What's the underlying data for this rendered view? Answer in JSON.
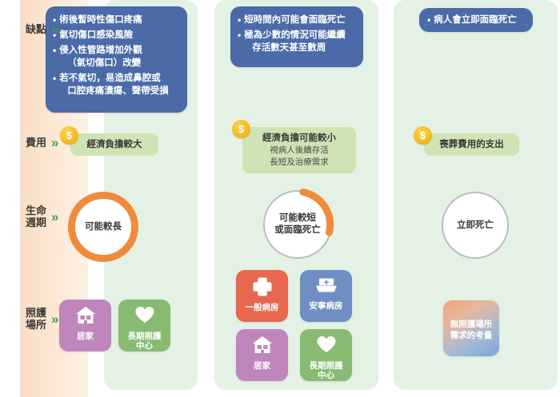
{
  "meta": {
    "colors": {
      "rail": "#fbe3cd",
      "panel": "#e4f2e6",
      "blue_box": "#4a6aa8",
      "cost_box": "#cfe4b4",
      "coin": "#f5b91d",
      "arrow_green": "#3f9e52",
      "circle_orange": "#ef8b3c",
      "circle_gray": "#bcbcbc",
      "card_home": "#bf86bd",
      "card_ltc": "#88bb72",
      "card_ward": "#e8674f",
      "card_hospice": "#6f8fc4"
    }
  },
  "rows": [
    {
      "label": "缺點",
      "arrow": "»"
    },
    {
      "label": "費用",
      "arrow": "»"
    },
    {
      "label": "生命週期",
      "arrow": "»"
    },
    {
      "label": "照護場所",
      "arrow": "»"
    }
  ],
  "columns": [
    {
      "id": "col-1",
      "drawbacks": [
        {
          "bullet": "•",
          "text": "術後暫時性傷口疼痛",
          "sub": ""
        },
        {
          "bullet": "•",
          "text": "氣切傷口感染風險",
          "sub": ""
        },
        {
          "bullet": "•",
          "text": "侵入性管路增加外觀",
          "sub": "（氣切傷口）改變"
        },
        {
          "bullet": "•",
          "text": "若不氣切，易造成鼻腔或",
          "sub": "口腔疼痛潰瘍、聲帶受損"
        }
      ],
      "cost": {
        "coin": "$",
        "main": "經濟負擔較大",
        "sub": ""
      },
      "lifecycle": {
        "text": "可能較長",
        "style": "orange-ring"
      },
      "places": [
        {
          "icon": "house-icon",
          "label": "居家",
          "theme": "home"
        },
        {
          "icon": "heart-icon",
          "label": "長期照護中心",
          "theme": "ltc"
        }
      ]
    },
    {
      "id": "col-2",
      "drawbacks": [
        {
          "bullet": "•",
          "text": "短時間內可能會面臨死亡",
          "sub": ""
        },
        {
          "bullet": "•",
          "text": "極為少數的情況可能繼續",
          "sub": "存活數天甚至數周"
        }
      ],
      "cost": {
        "coin": "$",
        "main": "經濟負擔可能較小",
        "sub": "視病人後續存活\n長短及治療需求"
      },
      "lifecycle": {
        "text": "可能較短\n或面臨死亡",
        "style": "gray-ring-orange-arc"
      },
      "places": [
        {
          "icon": "cross-icon",
          "label": "一般病房",
          "theme": "ward"
        },
        {
          "icon": "nurse-cap-icon",
          "label": "安寧病房",
          "theme": "hospice"
        },
        {
          "icon": "house-icon",
          "label": "居家",
          "theme": "home"
        },
        {
          "icon": "heart-icon",
          "label": "長期照護中心",
          "theme": "ltc"
        }
      ]
    },
    {
      "id": "col-3",
      "drawbacks": [
        {
          "bullet": "•",
          "text": "病人會立即面臨死亡",
          "sub": ""
        }
      ],
      "cost": {
        "coin": "$",
        "main": "喪葬費用的支出",
        "sub": ""
      },
      "lifecycle": {
        "text": "立即死亡",
        "style": "gray-ring"
      },
      "places": [
        {
          "icon": "gradient-block-icon",
          "label": "無照護場所需求的考量",
          "theme": "none"
        }
      ]
    }
  ],
  "text": {
    "c1_d0": "術後暫時性傷口疼痛",
    "c1_d1": "氣切傷口感染風險",
    "c1_d2": "侵入性管路增加外觀",
    "c1_d2s": "（氣切傷口）改變",
    "c1_d3": "若不氣切，易造成鼻腔或",
    "c1_d3s": "口腔疼痛潰瘍、聲帶受損",
    "c2_d0": "短時間內可能會面臨死亡",
    "c2_d1": "極為少數的情況可能繼續",
    "c2_d1s": "存活數天甚至數周",
    "c3_d0": "病人會立即面臨死亡",
    "c1_cost": "經濟負擔較大",
    "c2_cost": "經濟負擔可能較小",
    "c2_cost_s1": "視病人後續存活",
    "c2_cost_s2": "長短及治療需求",
    "c3_cost": "喪葬費用的支出",
    "c1_life": "可能較長",
    "c2_life_1": "可能較短",
    "c2_life_2": "或面臨死亡",
    "c3_life": "立即死亡",
    "home": "居家",
    "ltc_1": "長期照護",
    "ltc_2": "中心",
    "ward": "一般病房",
    "hospice": "安寧病房",
    "none_1": "無照護場所",
    "none_2": "需求的考量",
    "row0": "缺點",
    "row1": "費用",
    "row2": "生命週期",
    "row3": "照護場所",
    "arrow": "»",
    "coin": "$"
  }
}
